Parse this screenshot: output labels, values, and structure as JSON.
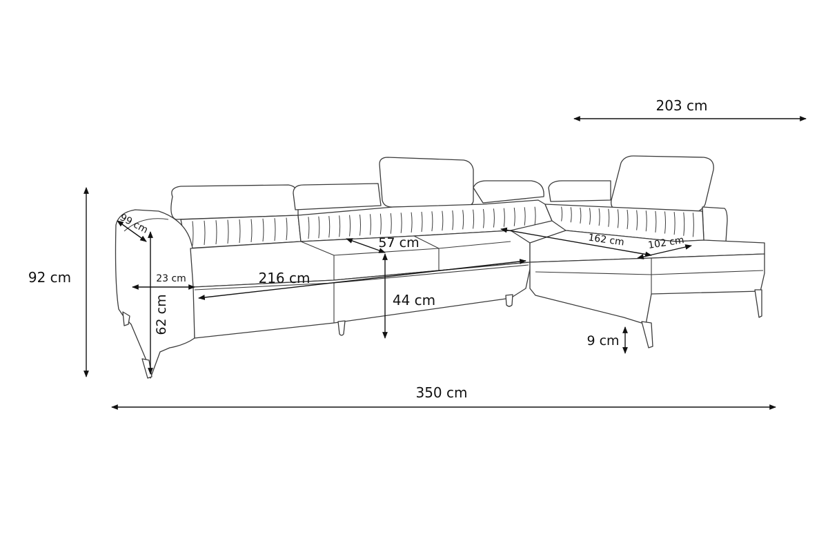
{
  "dimensions": {
    "width_total": "350 cm",
    "height_total": "92 cm",
    "chaise_width": "203 cm",
    "armrest_depth": "99 cm",
    "armrest_width": "23 cm",
    "back_height": "62 cm",
    "bed_length": "216 cm",
    "seat_depth": "57 cm",
    "seat_height": "44 cm",
    "chaise_length": "162 cm",
    "chaise_seat_width": "102 cm",
    "leg_height": "9 cm"
  },
  "colors": {
    "line": "#3a3a3a",
    "dimension": "#111111",
    "background": "#ffffff"
  }
}
